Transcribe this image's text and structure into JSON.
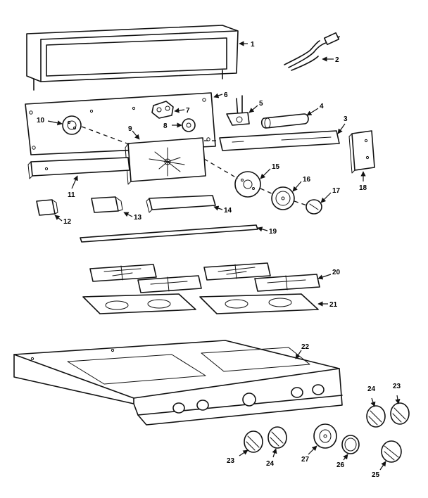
{
  "colors": {
    "ink": "#111111",
    "paper": "#ffffff"
  },
  "callouts": {
    "n1": "1",
    "n2": "2",
    "n3": "3",
    "n4": "4",
    "n5": "5",
    "n6": "6",
    "n7": "7",
    "n8": "8",
    "n9": "9",
    "n10": "10",
    "n11": "11",
    "n12": "12",
    "n13": "13",
    "n14": "14",
    "n15": "15",
    "n16": "16",
    "n17": "17",
    "n18": "18",
    "n19": "19",
    "n20": "20",
    "n21": "21",
    "n22": "22",
    "n23a": "23",
    "n24a": "24",
    "n27": "27",
    "n26": "26",
    "n24b": "24",
    "n23b": "23",
    "n25": "25"
  }
}
